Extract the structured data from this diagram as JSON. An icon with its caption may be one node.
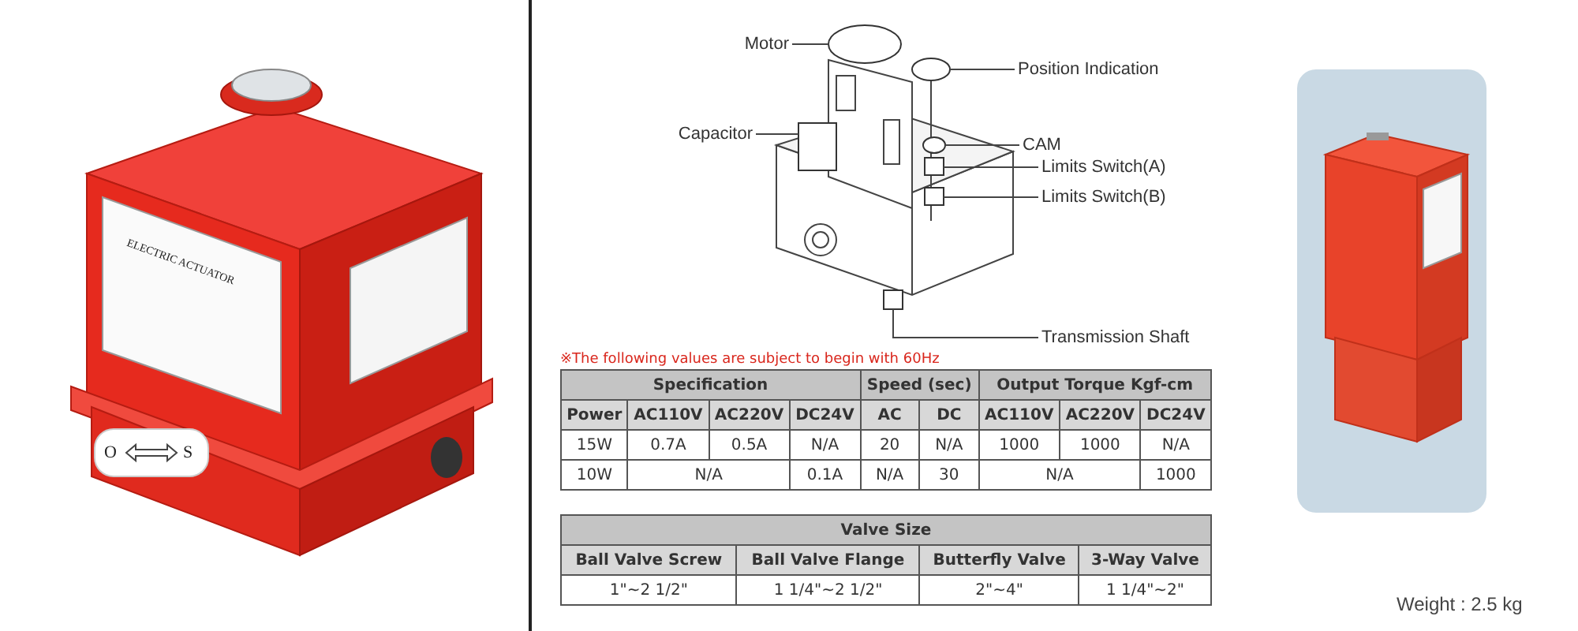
{
  "diagram": {
    "nodes": [
      {
        "text": [
          "Motor"
        ]
      },
      {
        "text": [
          "Position Indication"
        ]
      },
      {
        "text": [
          "Capacitor"
        ]
      },
      {
        "text": [
          "CAM"
        ]
      },
      {
        "text": [
          "Limits Switch(A)"
        ]
      },
      {
        "text": [
          "Limits Switch(B)"
        ]
      },
      {
        "text": [
          "Transmission Shaft"
        ]
      },
      {
        "text": [],
        "shape": "circle"
      },
      {
        "text": [],
        "shape": "circle"
      },
      {
        "text": [],
        "shape": "box"
      },
      {
        "text": [],
        "shape": "circle"
      },
      {
        "text": [],
        "shape": "box"
      },
      {
        "text": [],
        "shape": "box"
      },
      {
        "text": [],
        "shape": "box"
      }
    ],
    "edges": [
      {
        "from": 0,
        "to": 7,
        "arrow": "none"
      },
      {
        "from": 1,
        "to": 8,
        "arrow": "none"
      },
      {
        "from": 2,
        "to": 9,
        "arrow": "none"
      },
      {
        "from": 3,
        "to": 10,
        "arrow": "none"
      },
      {
        "from": 4,
        "to": 11,
        "arrow": "none"
      },
      {
        "from": 5,
        "to": 12,
        "arrow": "none"
      },
      {
        "from": 6,
        "to": 13,
        "arrow": "none"
      }
    ],
    "labels": [
      "ELECTRIC ACTUATOR",
      "O",
      "S",
      "※The following values are subject to begin with 60Hz",
      "Specification",
      "Speed (sec)",
      "Output Torque Kgf-cm",
      "Power",
      "AC110V",
      "AC220V",
      "DC24V",
      "AC",
      "DC",
      "AC110V",
      "AC220V",
      "DC24V",
      "15W",
      "0.7A",
      "0.5A",
      "N/A",
      "20",
      "N/A",
      "1000",
      "1000",
      "N/A",
      "10W",
      "N/A",
      "0.1A",
      "N/A",
      "30",
      "N/A",
      "1000",
      "Valve Size",
      "Ball Valve Screw",
      "Ball Valve Flange",
      "Butterfly Valve",
      "3-Way Valve",
      "1\"~2 1/2\"",
      "1 1/4\"~2 1/2\"",
      "2\"~4\"",
      "1 1/4\"~2\"",
      "Weight : 2.5 kg"
    ]
  }
}
